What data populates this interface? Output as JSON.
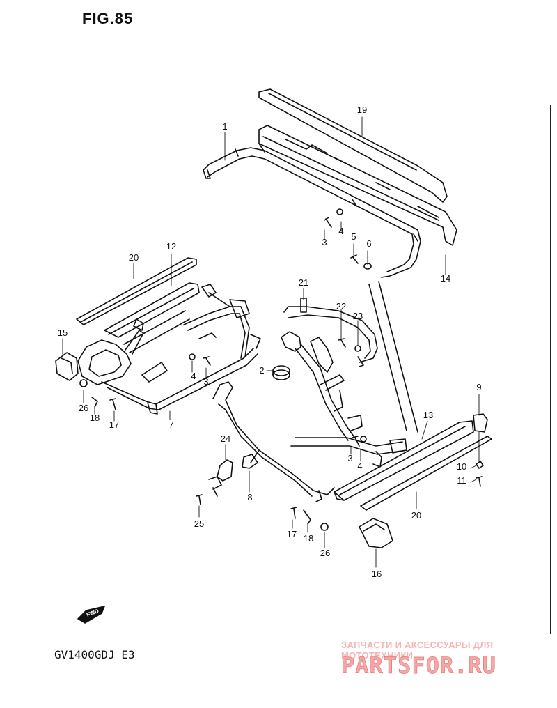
{
  "figure": {
    "title": "FIG.85",
    "model": "GV1400GDJ E3"
  },
  "fwd_badge": "FWD",
  "watermark": {
    "tagline": "ЗАПЧАСТИ И АКСЕССУАРЫ ДЛЯ МОТОТЕХНИКИ",
    "logo": "PARTSFOR.RU"
  },
  "callouts": [
    "1",
    "2",
    "3",
    "3",
    "3",
    "4",
    "4",
    "4",
    "5",
    "6",
    "7",
    "8",
    "9",
    "10",
    "11",
    "12",
    "13",
    "14",
    "15",
    "16",
    "17",
    "17",
    "18",
    "18",
    "19",
    "20",
    "20",
    "21",
    "22",
    "23",
    "24",
    "25",
    "26",
    "26"
  ]
}
